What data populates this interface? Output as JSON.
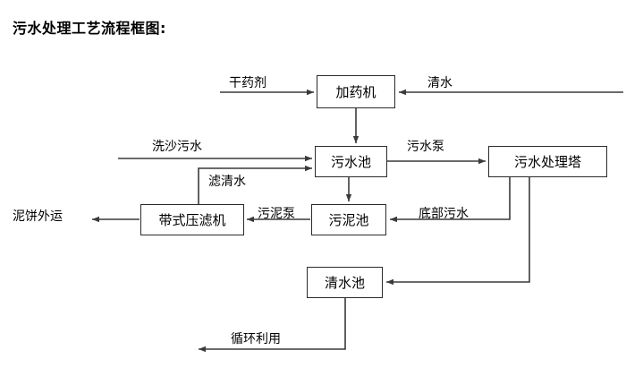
{
  "diagram": {
    "title": "污水处理工艺流程框图:",
    "type": "process-flow-diagram",
    "colors": {
      "background": "#ffffff",
      "line": "#3a3a3a",
      "box_border": "#2b2b2b",
      "text": "#000000"
    },
    "nodes": [
      {
        "id": "dosing-machine",
        "label": "加药机"
      },
      {
        "id": "wastewater-pool",
        "label": "污水池"
      },
      {
        "id": "treatment-tower",
        "label": "污水处理塔"
      },
      {
        "id": "belt-filter-press",
        "label": "带式压滤机"
      },
      {
        "id": "sludge-pool",
        "label": "污泥池"
      },
      {
        "id": "clean-water-pool",
        "label": "清水池"
      }
    ],
    "terminals": [
      {
        "id": "dry-chemical",
        "label": "干药剂"
      },
      {
        "id": "clean-water-input",
        "label": "清水"
      },
      {
        "id": "sand-washing-wastewater",
        "label": "洗沙污水"
      },
      {
        "id": "mud-cake-output",
        "label": "泥饼外运"
      }
    ],
    "edge_labels": [
      {
        "id": "filtered-clear-water",
        "label": "滤清水"
      },
      {
        "id": "wastewater-pump",
        "label": "污水泵"
      },
      {
        "id": "sludge-pump",
        "label": "污泥泵"
      },
      {
        "id": "bottom-wastewater",
        "label": "底部污水"
      },
      {
        "id": "recycle-reuse",
        "label": "循环利用"
      }
    ]
  }
}
